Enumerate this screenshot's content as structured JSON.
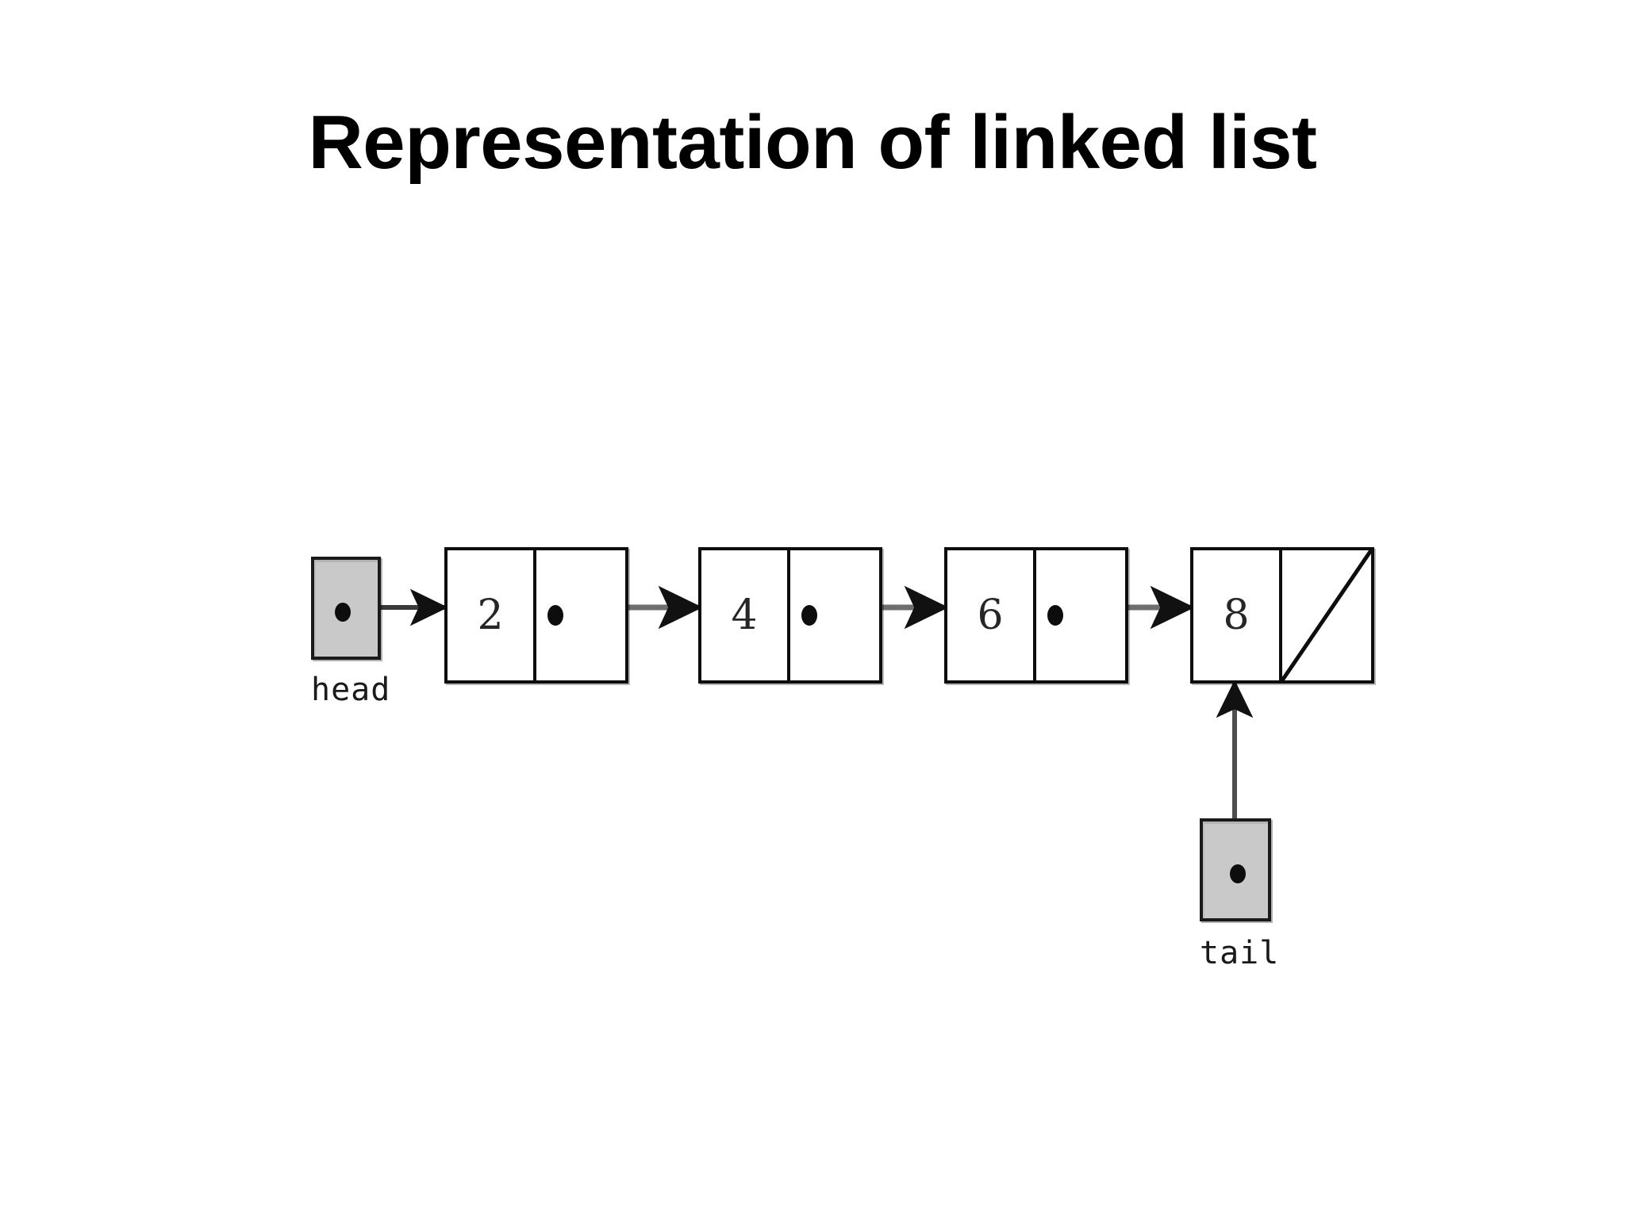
{
  "slide": {
    "title": "Representation of linked list",
    "background_color": "#ffffff",
    "title_color": "#000000"
  },
  "diagram": {
    "type": "singly-linked-list",
    "line_color": "#3a3a3a",
    "box_border_color": "#0d0d0d",
    "pointer_box_fill": "#c9c9c9",
    "node_fill": "#ffffff",
    "head_pointer": {
      "label": "head",
      "points_to": "node-1"
    },
    "tail_pointer": {
      "label": "tail",
      "points_to": "node-4"
    },
    "nodes": [
      {
        "id": "node-1",
        "value": "2",
        "next": "node-2",
        "next_is_null": false
      },
      {
        "id": "node-2",
        "value": "4",
        "next": "node-3",
        "next_is_null": false
      },
      {
        "id": "node-3",
        "value": "6",
        "next": "node-4",
        "next_is_null": false
      },
      {
        "id": "node-4",
        "value": "8",
        "next": "",
        "next_is_null": true
      }
    ]
  }
}
